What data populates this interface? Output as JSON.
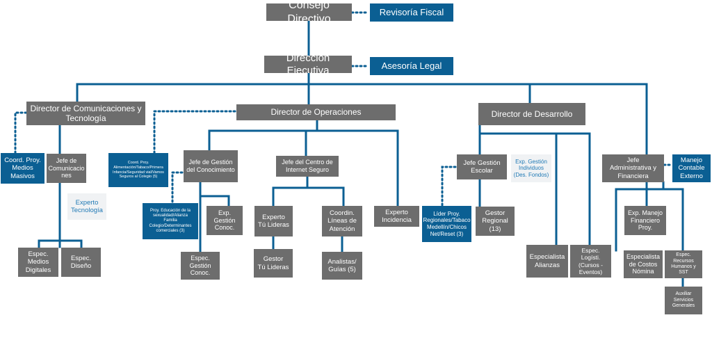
{
  "colors": {
    "gray": "#6d6d6d",
    "blue": "#0b5f93",
    "line": "#0b5f93",
    "light_bg": "#f0f2f4",
    "light_text": "#1f79b5"
  },
  "nodes": {
    "consejo": "Consejo Directivo",
    "revisoria": "Revisoría Fiscal",
    "direccion": "Dirección Ejecutiva",
    "asesoria": "Asesoría Legal",
    "dir_com": "Director de Comunicaciones y\nTecnología",
    "dir_ops": "Director de Operaciones",
    "dir_des": "Director de Desarrollo",
    "coord_medios": "Coord. Proy.\nMedios\nMasivos",
    "jefe_com": "Jefe de\nComunicacio\nnes",
    "experto_tec": "Experto\nTecnología",
    "espec_medios": "Espec.\nMedios\nDigitales",
    "espec_diseno": "Espec.\nDiseño",
    "coord_alim": "Coord. Proy.\nAlimentación/Tabaco/Primera\nInfancia/Seguridad vial/Vamos\nSeguros al Colegio (5)",
    "jefe_gestion": "Jefe de Gestión\ndel Conocimiento",
    "proy_educ": "Proy. Educación de la\nsexualidad/Alianza\nFamilia\nColegio/Determinantes\ncomerciales (3)",
    "exp_gestion": "Exp.\nGestión\nConoc.",
    "espec_gestion": "Espec.\nGestión\nConoc.",
    "jefe_centro": "Jefe del Centro de\nInternet Seguro",
    "experto_lideras": "Experto\nTú Lideras",
    "gestor_lideras": "Gestor\nTú Lideras",
    "coordin_lineas": "Coordin.\nLíneas de\nAtención",
    "analistas": "Analistas/\nGuías (5)",
    "experto_incid": "Experto\nIncidencia",
    "jefe_escolar": "Jefe Gestión\nEscolar",
    "exp_individuos": "Exp. Gestión\nIndividuos\n(Des. Fondos)",
    "lider_proy": "Líder Proy.\nRegionales/Tabaco\nMedellín/Chicos\nNet/Reset (3)",
    "gestor_regional": "Gestor\nRegional\n(13)",
    "espec_alianzas": "Especialista\nAlianzas",
    "espec_logist": "Espec. Logísti.\n(Cursos -\nEventos)",
    "jefe_admin": "Jefe\nAdministrativa y\nFinanciera",
    "manejo_contable": "Manejo\nContable\nExterno",
    "exp_manejo": "Exp. Manejo\nFinanciero\nProy.",
    "espec_costos": "Especialista\nde Costos\nNómina",
    "espec_rrhh": "Espec.\nRecursos\nHumanos y SST",
    "auxiliar": "Auxiliar\nServicios\nGenerales"
  }
}
